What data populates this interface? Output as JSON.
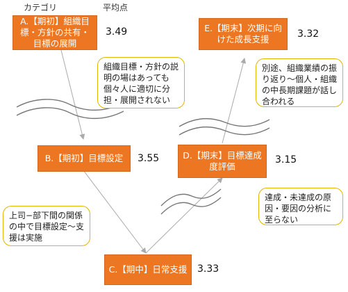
{
  "header": {
    "category": "カテゴリ",
    "average": "平均点"
  },
  "boxes": {
    "a": {
      "label": "A.【期初】組織目標・方針の共有・目標の展開",
      "score": "3.49"
    },
    "b": {
      "label": "B.【期初】目標設定",
      "score": "3.55"
    },
    "c": {
      "label": "C.【期中】日常支援",
      "score": "3.33"
    },
    "d": {
      "label": "D.【期末】目標達成度評価",
      "score": "3.15"
    },
    "e": {
      "label": "E.【期末】次期に向けた成長支援",
      "score": "3.32"
    }
  },
  "callouts": {
    "ab": "組織目標・方針の説明の場はあっても個々人に適切に分担・展開されない",
    "de": "別途、組織業績の振り返り～個人・組織の中長期課題が話し合われる",
    "bc": "上司−部下間の関係の中で目標設定～支援は実施",
    "cd": "達成・未達成の原因・要因の分析に至らない"
  },
  "colors": {
    "box_fill": "#ec7621",
    "callout_border": "#e0b400",
    "arrow": "#aaaaaa"
  }
}
